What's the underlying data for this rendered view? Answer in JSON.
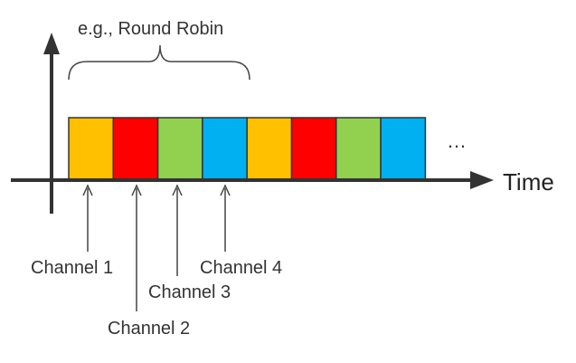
{
  "diagram": {
    "scheme_label": "e.g., Round Robin",
    "time_label": "Time",
    "continuation": "…",
    "colors": {
      "channel_1": "#FFC000",
      "channel_2": "#FF0000",
      "channel_3": "#92D050",
      "channel_4": "#00B0F0",
      "outline": "#333333"
    },
    "slot_sequence": [
      "channel_1",
      "channel_2",
      "channel_3",
      "channel_4",
      "channel_1",
      "channel_2",
      "channel_3",
      "channel_4"
    ],
    "channels": [
      {
        "label": "Channel 1"
      },
      {
        "label": "Channel 2"
      },
      {
        "label": "Channel 3"
      },
      {
        "label": "Channel 4"
      }
    ]
  }
}
